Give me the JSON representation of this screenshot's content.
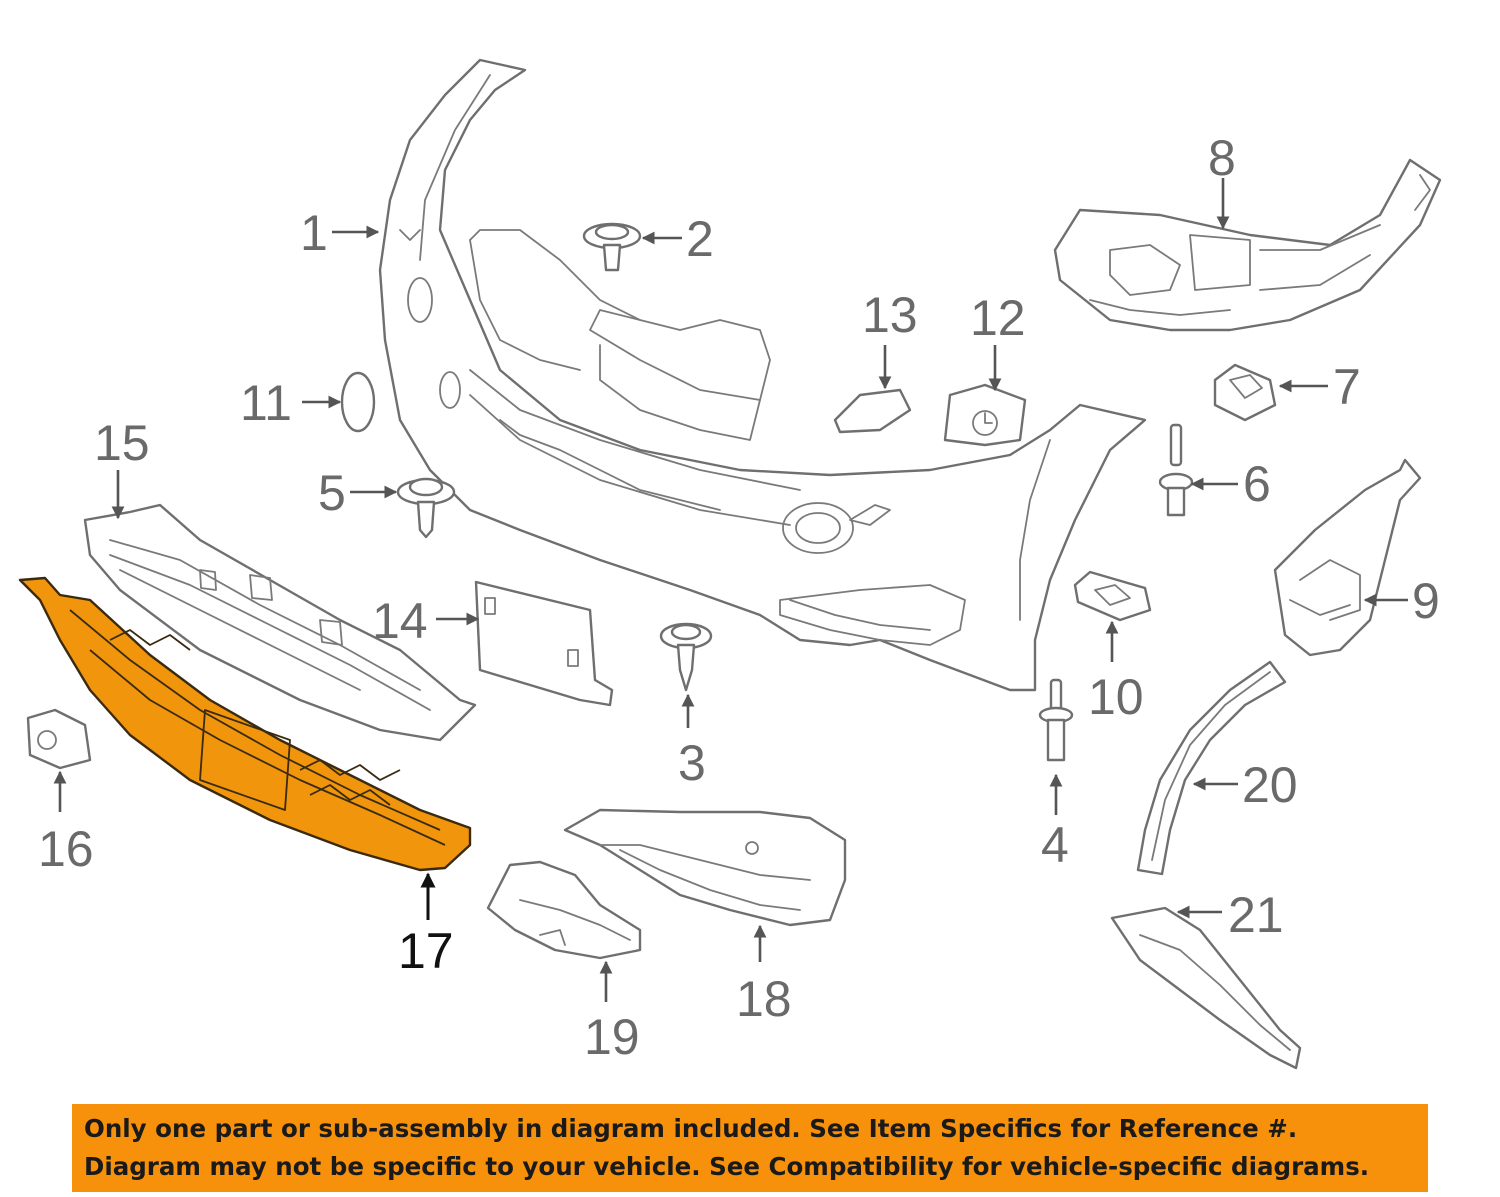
{
  "callouts": [
    {
      "id": "1",
      "text": "1",
      "highlighted": false
    },
    {
      "id": "2",
      "text": "2",
      "highlighted": false
    },
    {
      "id": "3",
      "text": "3",
      "highlighted": false
    },
    {
      "id": "4",
      "text": "4",
      "highlighted": false
    },
    {
      "id": "5",
      "text": "5",
      "highlighted": false
    },
    {
      "id": "6",
      "text": "6",
      "highlighted": false
    },
    {
      "id": "7",
      "text": "7",
      "highlighted": false
    },
    {
      "id": "8",
      "text": "8",
      "highlighted": false
    },
    {
      "id": "9",
      "text": "9",
      "highlighted": false
    },
    {
      "id": "10",
      "text": "10",
      "highlighted": false
    },
    {
      "id": "11",
      "text": "11",
      "highlighted": false
    },
    {
      "id": "12",
      "text": "12",
      "highlighted": false
    },
    {
      "id": "13",
      "text": "13",
      "highlighted": false
    },
    {
      "id": "14",
      "text": "14",
      "highlighted": false
    },
    {
      "id": "15",
      "text": "15",
      "highlighted": false
    },
    {
      "id": "16",
      "text": "16",
      "highlighted": false
    },
    {
      "id": "17",
      "text": "17",
      "highlighted": true
    },
    {
      "id": "18",
      "text": "18",
      "highlighted": false
    },
    {
      "id": "19",
      "text": "19",
      "highlighted": false
    },
    {
      "id": "20",
      "text": "20",
      "highlighted": false
    },
    {
      "id": "21",
      "text": "21",
      "highlighted": false
    }
  ],
  "highlight_color": "#f0950c",
  "banner": {
    "color": "#f7900a",
    "line1": "Only one part or sub-assembly in diagram included. See Item Specifics for Reference #.",
    "line2": "Diagram may not be specific to your vehicle. See Compatibility for vehicle-specific diagrams."
  }
}
